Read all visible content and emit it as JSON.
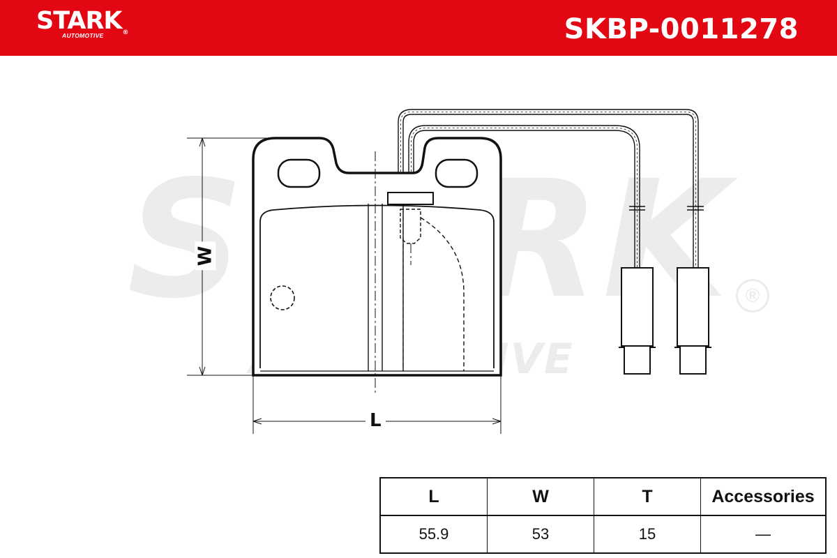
{
  "header": {
    "brand": "STARK",
    "brand_registered": "®",
    "brand_sub": "AUTOMOTIVE",
    "part_number": "SKBP-0011278",
    "background_color": "#e30613"
  },
  "watermark": {
    "main": "STARK",
    "sub": "AUTOMOTIVE",
    "registered": "®"
  },
  "drawing": {
    "dimension_width_label": "W",
    "dimension_length_label": "L"
  },
  "specs_table": {
    "headers": [
      "L",
      "W",
      "T",
      "Accessories"
    ],
    "values": [
      "55.9",
      "53",
      "15",
      "—"
    ]
  }
}
